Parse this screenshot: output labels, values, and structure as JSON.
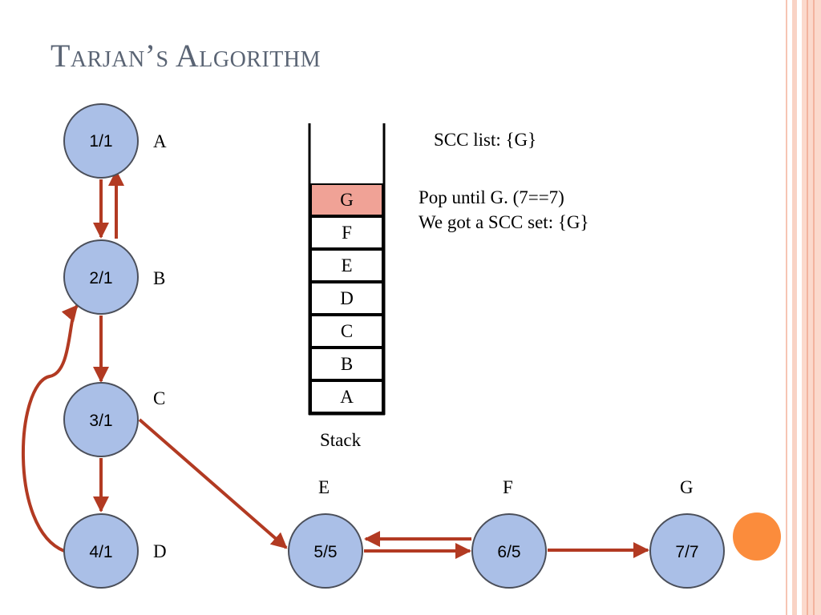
{
  "slide": {
    "title": "Tarjan’s Algorithm"
  },
  "nodes": [
    {
      "id": "A",
      "label": "1/1"
    },
    {
      "id": "B",
      "label": "2/1"
    },
    {
      "id": "C",
      "label": "3/1"
    },
    {
      "id": "D",
      "label": "4/1"
    },
    {
      "id": "E",
      "label": "5/5"
    },
    {
      "id": "F",
      "label": "6/5"
    },
    {
      "id": "G",
      "label": "7/7"
    }
  ],
  "node_letters": [
    "A",
    "B",
    "C",
    "D",
    "E",
    "F",
    "G"
  ],
  "stack": {
    "items_top_to_bottom": [
      "G",
      "F",
      "E",
      "D",
      "C",
      "B",
      "A"
    ],
    "caption": "Stack"
  },
  "scc_list": "SCC list: {G}",
  "message": {
    "line1": "Pop until G. (7==7)",
    "line2": "We got a SCC set: {G}"
  },
  "colors": {
    "node_fill": "#aabfe7",
    "node_stroke": "#4b4f5a",
    "edge": "#b23a22",
    "stack_top_fill": "#f0a296",
    "accent_circle": "#fb8c3c",
    "title": "#5a6474",
    "edge_stripes": "#f6c5b4"
  }
}
